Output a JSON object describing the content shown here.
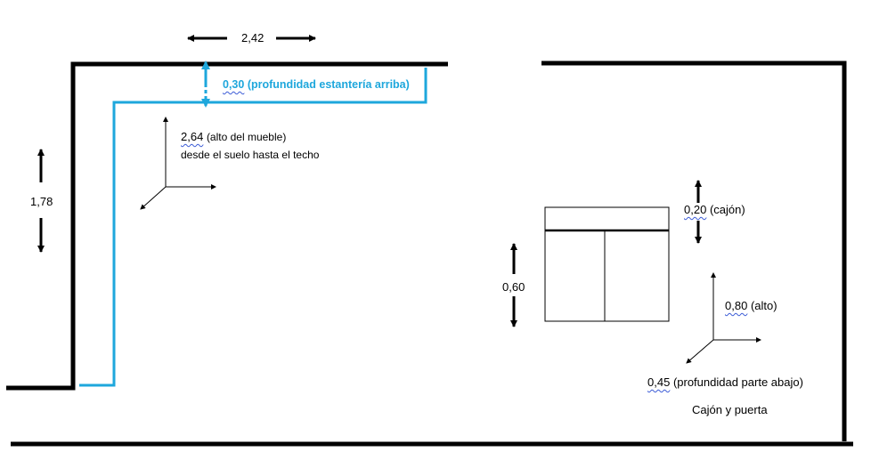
{
  "colors": {
    "wall": "#000000",
    "shelf": "#1ea7dc",
    "text": "#000000"
  },
  "top_width": {
    "value": "2,42"
  },
  "left_height": {
    "value": "1,78"
  },
  "shelf_depth": {
    "value": "0,30",
    "note": "(profundidad estantería arriba)"
  },
  "furniture_height": {
    "value": "2,64",
    "note": "(alto del mueble)",
    "line2": "desde el suelo hasta el techo"
  },
  "drawer_height": {
    "value": "0,20",
    "note": "(cajón)"
  },
  "cabinet_height": {
    "value": "0,60"
  },
  "lower_height": {
    "value": "0,80",
    "note": "(alto)"
  },
  "lower_depth": {
    "value": "0,45",
    "note": "(profundidad parte abajo)"
  },
  "caption": "Cajón y puerta"
}
